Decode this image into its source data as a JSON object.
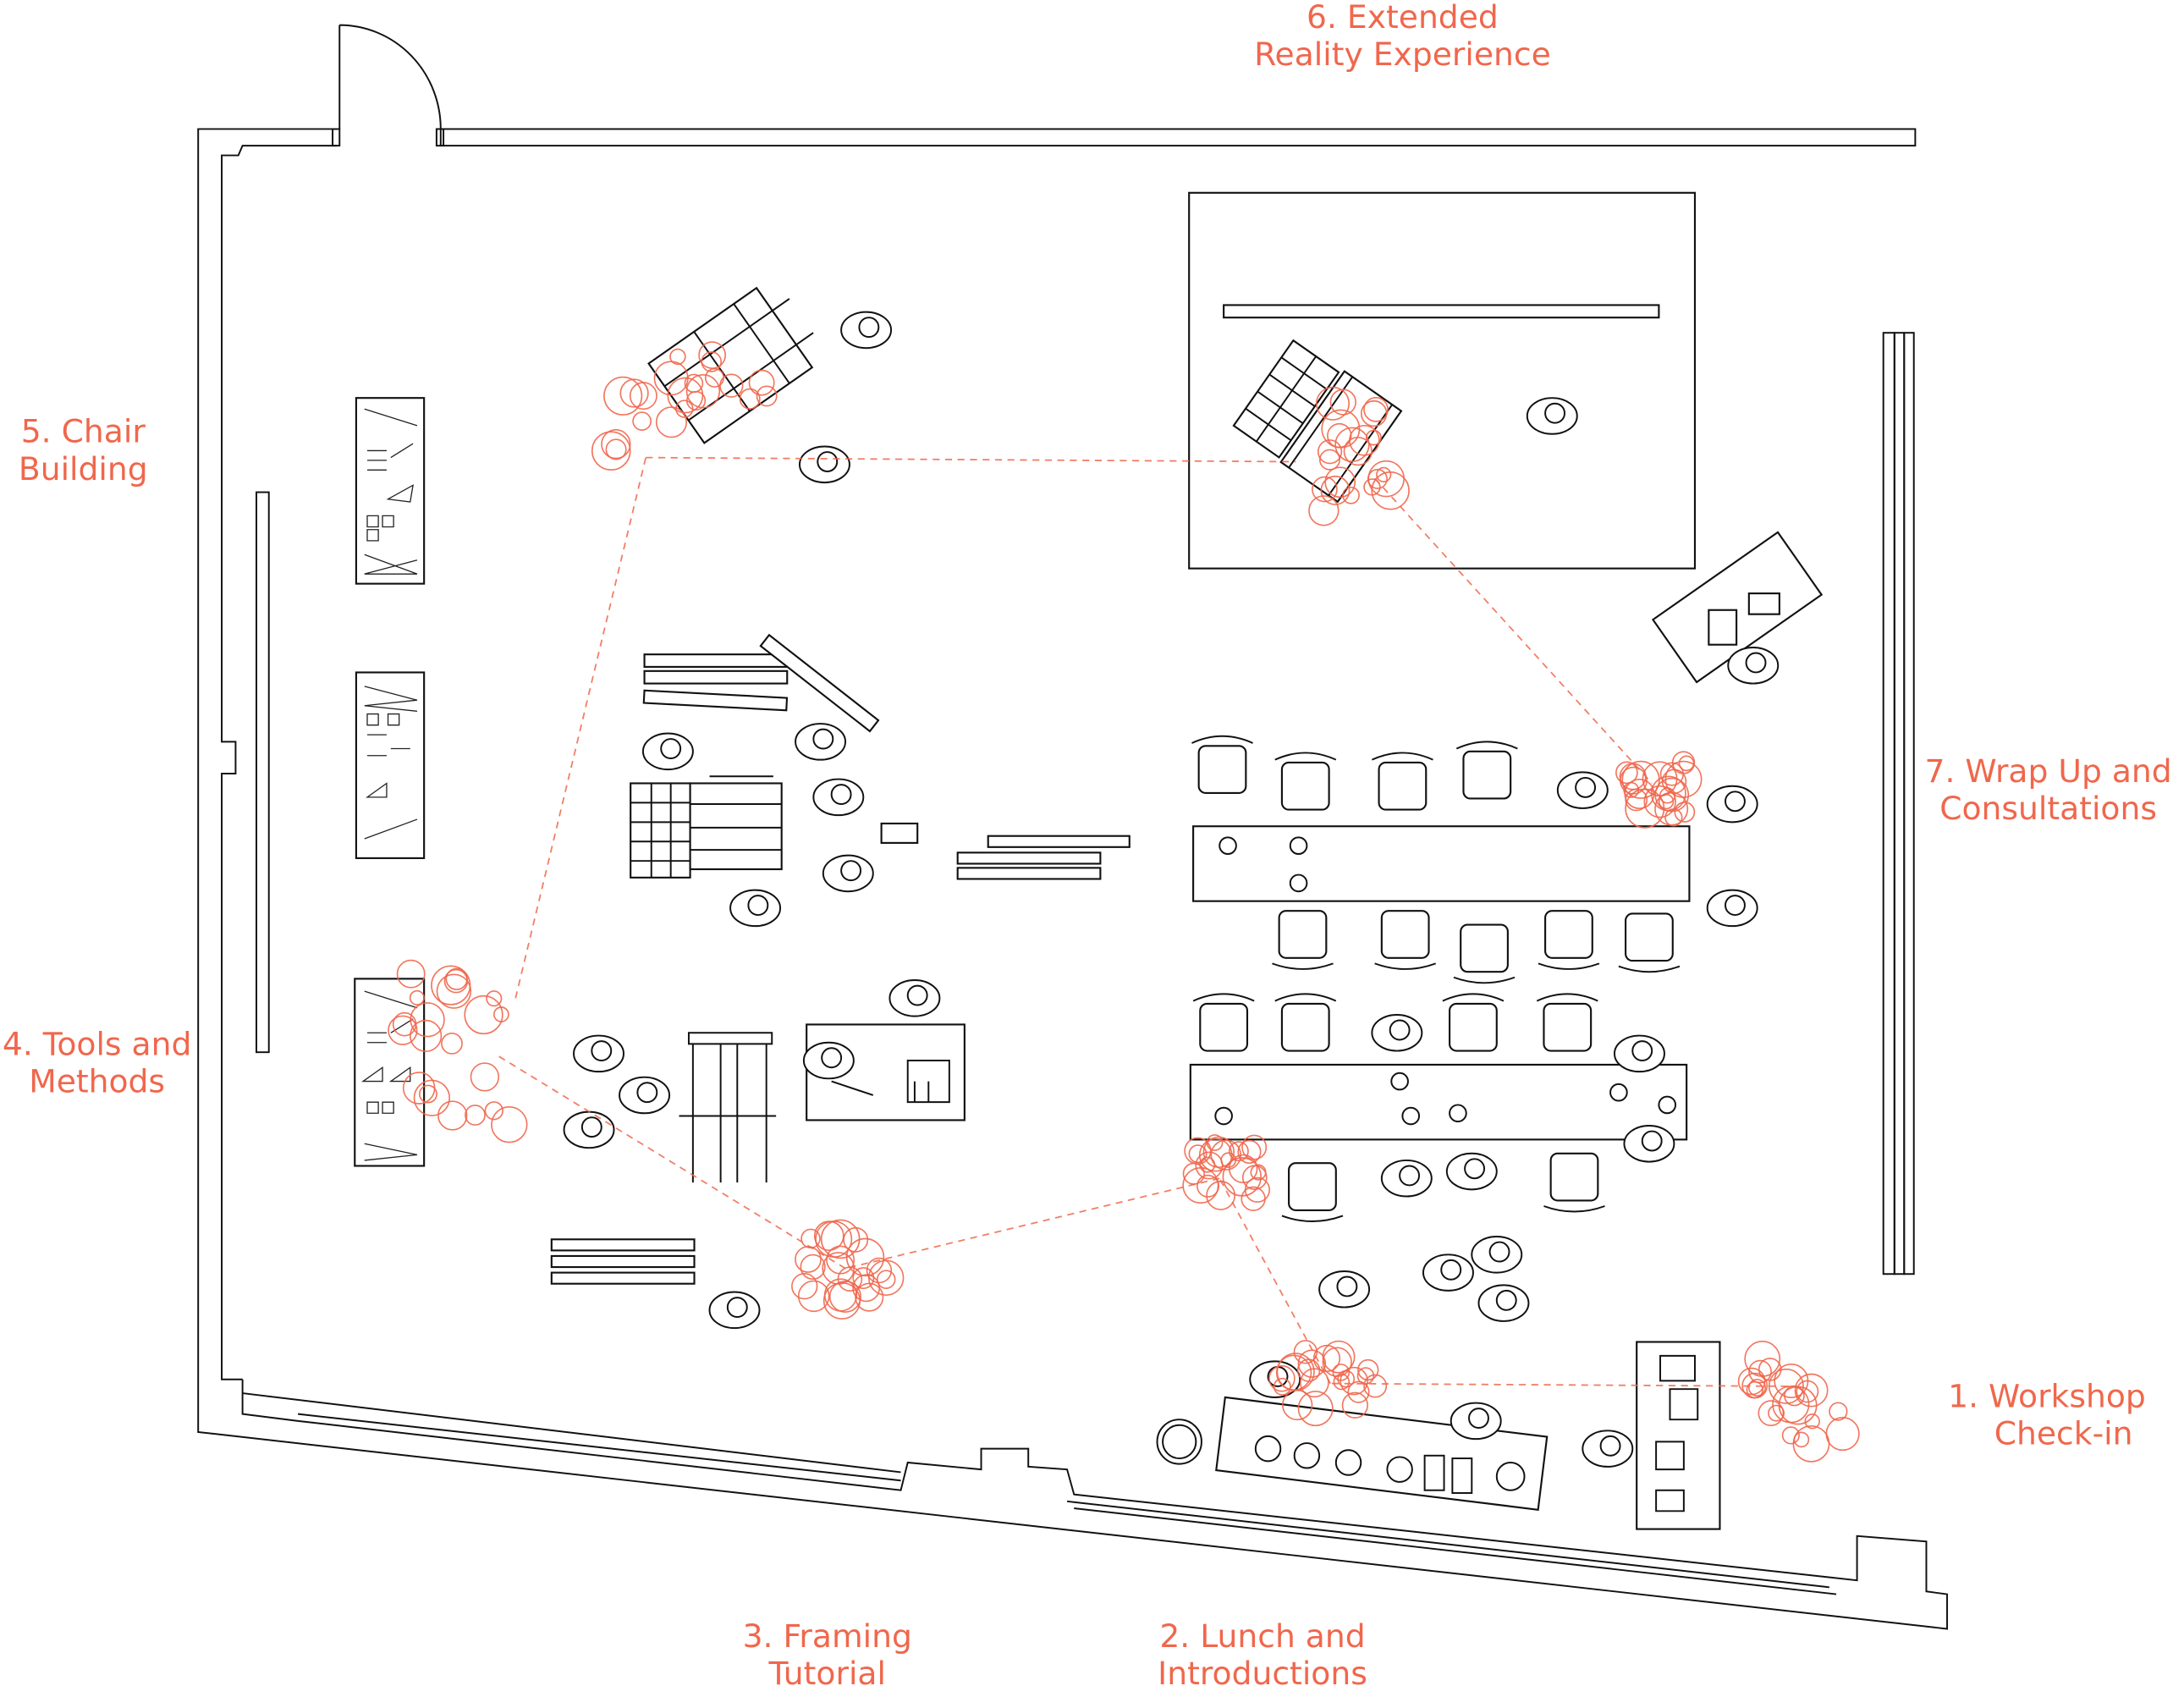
{
  "title": "Workshop floor plan with activity stations",
  "colors": {
    "accent": "#f0674c",
    "line": "#111111",
    "background": "#ffffff"
  },
  "stations": [
    {
      "id": 1,
      "line1": "1. Workshop",
      "line2": "Check-in"
    },
    {
      "id": 2,
      "line1": "2. Lunch and",
      "line2": "Introductions"
    },
    {
      "id": 3,
      "line1": "3. Framing",
      "line2": "Tutorial"
    },
    {
      "id": 4,
      "line1": "4. Tools and",
      "line2": "Methods"
    },
    {
      "id": 5,
      "line1": "5. Chair",
      "line2": "Building"
    },
    {
      "id": 6,
      "line1": "6. Extended",
      "line2": "Reality Experience"
    },
    {
      "id": 7,
      "line1": "7. Wrap Up and",
      "line2": "Consultations"
    }
  ]
}
